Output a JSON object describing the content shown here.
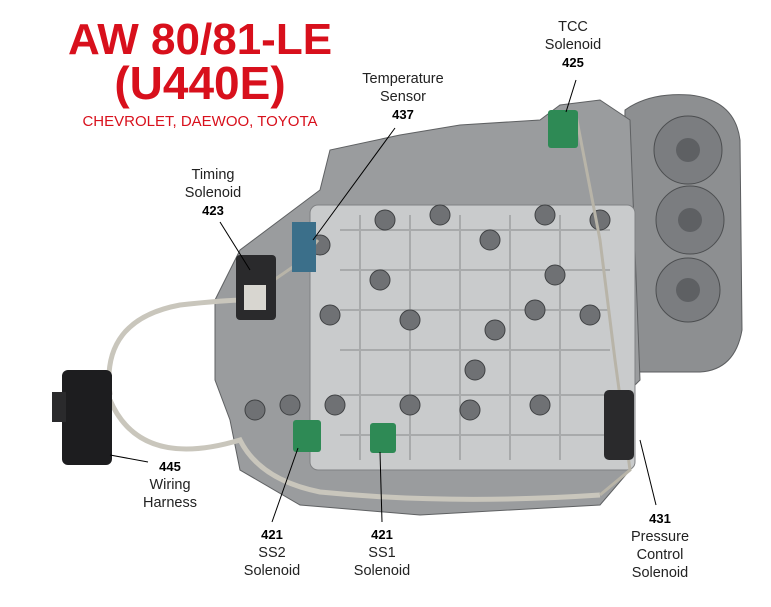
{
  "title": {
    "line1": "AW 80/81-LE",
    "line2": "(U440E)",
    "makes": "CHEVROLET, DAEWOO, TOYOTA"
  },
  "labels": {
    "tcc": {
      "name1": "TCC",
      "name2": "Solenoid",
      "number": "425"
    },
    "temp": {
      "name1": "Temperature",
      "name2": "Sensor",
      "number": "437"
    },
    "timing": {
      "name1": "Timing",
      "name2": "Solenoid",
      "number": "423"
    },
    "harness": {
      "number": "445",
      "name1": "Wiring",
      "name2": "Harness"
    },
    "ss2": {
      "number": "421",
      "name1": "SS2",
      "name2": "Solenoid"
    },
    "ss1": {
      "number": "421",
      "name1": "SS1",
      "name2": "Solenoid"
    },
    "pcs": {
      "number": "431",
      "name1": "Pressure",
      "name2": "Control",
      "name3": "Solenoid"
    }
  },
  "colors": {
    "title": "#d8101c",
    "solenoid": "#2e8a55",
    "body": "#9a9c9e"
  }
}
